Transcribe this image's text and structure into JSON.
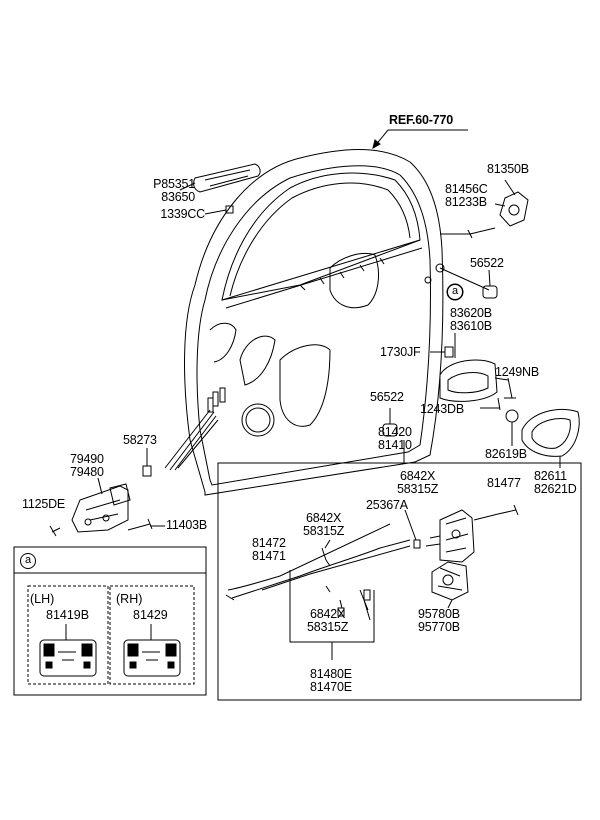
{
  "ref_label": "REF.60-770",
  "callout_letter": "a",
  "parts": {
    "p85351": "P85351",
    "p83650": "83650",
    "p1339cc": "1339CC",
    "p81350b": "81350B",
    "p81456c": "81456C",
    "p81233b": "81233B",
    "p56522_top": "56522",
    "p83620b": "83620B",
    "p83610b": "83610B",
    "p1730jf": "1730JF",
    "p1249nb": "1249NB",
    "p1243db": "1243DB",
    "p56522_mid": "56522",
    "p82619b": "82619B",
    "p81420": "81420",
    "p81410": "81410",
    "p82611": "82611",
    "p82621d": "82621D",
    "p58273": "58273",
    "p79490": "79490",
    "p79480": "79480",
    "p1125de": "1125DE",
    "p11403b": "11403B",
    "p6842x_a": "6842X",
    "p58315z_a": "58315Z",
    "p25367a": "25367A",
    "p81477": "81477",
    "p6842x_b": "6842X",
    "p58315z_b": "58315Z",
    "p81472": "81472",
    "p81471": "81471",
    "p6842x_c": "6842X",
    "p58315z_c": "58315Z",
    "p95780b": "95780B",
    "p95770b": "95770B",
    "p81480e": "81480E",
    "p81470e": "81470E"
  },
  "inset": {
    "letter": "a",
    "lh_side": "(LH)",
    "lh_part": "81419B",
    "rh_side": "(RH)",
    "rh_part": "81429"
  }
}
